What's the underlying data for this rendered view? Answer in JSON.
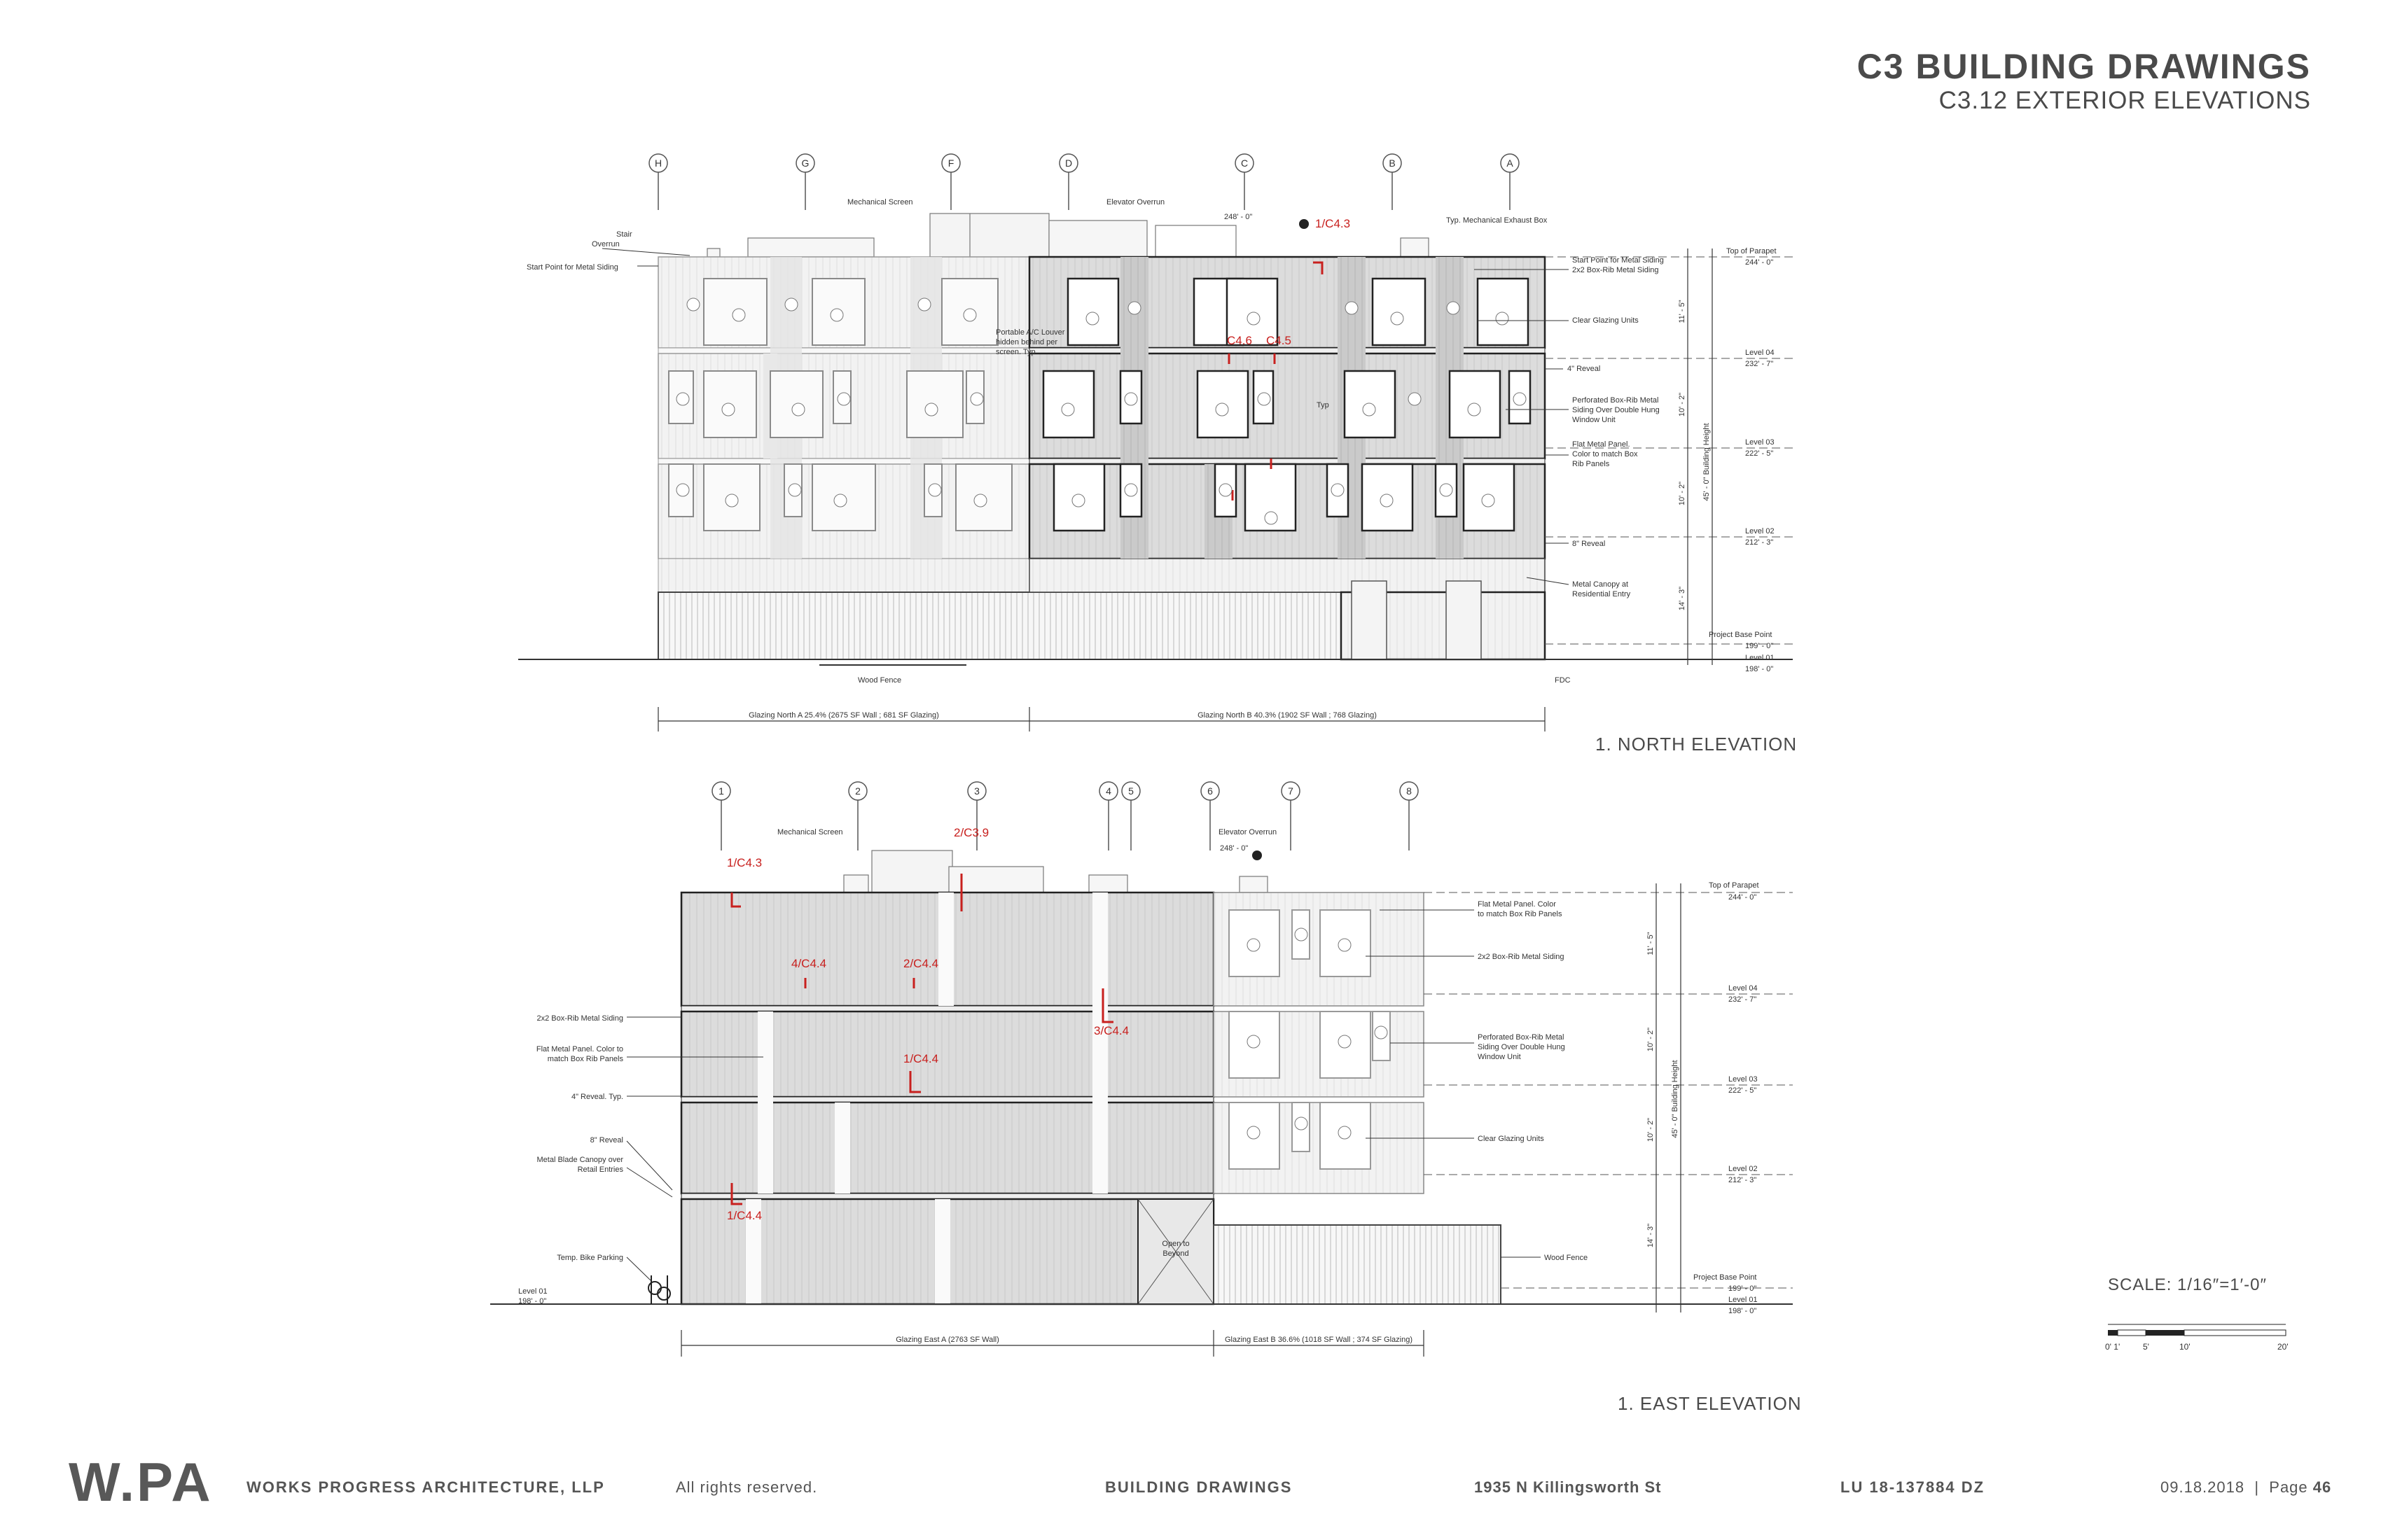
{
  "sheet": {
    "title": "C3 BUILDING DRAWINGS",
    "subtitle": "C3.12 EXTERIOR ELEVATIONS"
  },
  "north": {
    "title": "1. NORTH ELEVATION",
    "grid": [
      "H",
      "G",
      "F",
      "D",
      "C",
      "B",
      "A"
    ],
    "top_labels": {
      "mech_screen": "Mechanical Screen",
      "elevator": "Elevator Overrun",
      "exhaust": "Typ. Mechanical Exhaust Box",
      "stair1": "Stair",
      "stair2": "Overrun",
      "start_siding": "Start Point for Metal Siding",
      "elev248": "248' - 0\"",
      "ref_c43": "1/C4.3"
    },
    "notes": {
      "start1": "Start Point for Metal Siding",
      "start2": "2x2 Box-Rib Metal Siding",
      "clear": "Clear Glazing Units",
      "reveal4": "4\" Reveal",
      "perf1": "Perforated Box-Rib Metal",
      "perf2": "Siding Over Double Hung",
      "perf3": "Window Unit",
      "flat1": "Flat Metal Panel.",
      "flat2": "Color to match Box",
      "flat3": "Rib Panels",
      "reveal8": "8\" Reveal",
      "canopy1": "Metal Canopy at",
      "canopy2": "Residential Entry",
      "louver1": "Portable A/C Louver",
      "louver2": "hidden behind per",
      "louver3": "screen.  Typ",
      "typ": "Typ",
      "c46": "C4.6",
      "c45": "C4.5",
      "fence": "Wood Fence",
      "fdc": "FDC"
    },
    "levels": {
      "parapet": "Top of Parapet",
      "parapet_v": "244' - 0\"",
      "l4": "Level 04",
      "l4_v": "232' - 7\"",
      "l3": "Level 03",
      "l3_v": "222' - 5\"",
      "l2": "Level 02",
      "l2_v": "212' - 3\"",
      "base": "Project Base Point",
      "base_v": "199' - 0\"",
      "l1": "Level 01",
      "l1_v": "198' - 0\""
    },
    "dims": {
      "d1": "11' - 5\"",
      "d2": "10' - 2\"",
      "d3": "10' - 2\"",
      "d4": "14' - 3\"",
      "height": "45' - 0\" Building Height"
    },
    "glazing_a": "Glazing North A 25.4% (2675 SF Wall ; 681 SF Glazing)",
    "glazing_b": "Glazing North B 40.3% (1902 SF Wall ; 768 Glazing)"
  },
  "east": {
    "title": "1. EAST ELEVATION",
    "grid": [
      "1",
      "2",
      "3",
      "4",
      "5",
      "6",
      "7",
      "8"
    ],
    "top_labels": {
      "mech_screen": "Mechanical Screen",
      "elevator": "Elevator Overrun",
      "elev248": "248' - 0\""
    },
    "refs": [
      "2/C3.9",
      "1/C4.3",
      "4/C4.4",
      "2/C4.4",
      "3/C4.4",
      "1/C4.4",
      "1/C4.4"
    ],
    "left_notes": {
      "siding": "2x2 Box-Rib Metal Siding",
      "flat1": "Flat Metal Panel.  Color to",
      "flat2": "match Box Rib Panels",
      "reveal4": "4\" Reveal.  Typ.",
      "reveal8": "8\" Reveal",
      "canopy1": "Metal Blade Canopy over",
      "canopy2": "Retail Entries",
      "bike": "Temp. Bike Parking",
      "l1": "Level 01",
      "l1_v": "198' - 0\""
    },
    "right_notes": {
      "flat1": "Flat Metal Panel.  Color",
      "flat2": "to match Box Rib Panels",
      "siding": "2x2 Box-Rib Metal Siding",
      "perf1": "Perforated Box-Rib Metal",
      "perf2": "Siding Over Double Hung",
      "perf3": "Window Unit",
      "clear": "Clear Glazing Units",
      "fence": "Wood Fence",
      "open1": "Open to",
      "open2": "Beyond"
    },
    "levels": {
      "parapet": "Top of Parapet",
      "parapet_v": "244' - 0\"",
      "l4": "Level 04",
      "l4_v": "232' - 7\"",
      "l3": "Level 03",
      "l3_v": "222' - 5\"",
      "l2": "Level 02",
      "l2_v": "212' - 3\"",
      "base": "Project Base Point",
      "base_v": "199' - 0\"",
      "l1": "Level 01",
      "l1_v": "198' - 0\""
    },
    "dims": {
      "d1": "11' - 5\"",
      "d2": "10' - 2\"",
      "d3": "10' - 2\"",
      "d4": "14' - 3\"",
      "height": "45' - 0\" Building Height"
    },
    "glazing_a": "Glazing East A (2763 SF Wall)",
    "glazing_b": "Glazing East B 36.6% (1018 SF Wall ; 374 SF Glazing)"
  },
  "scale": {
    "label": "SCALE: 1/16″=1′-0″",
    "ticks": [
      "0' 1'",
      "5'",
      "10'",
      "20'"
    ]
  },
  "footer": {
    "logo": "W.PA",
    "firm": "WORKS PROGRESS ARCHITECTURE, LLP",
    "rights": "All rights reserved.",
    "doc": "BUILDING DRAWINGS",
    "address": "1935 N Killingsworth St",
    "case": "LU 18-137884 DZ",
    "date_page": "09.18.2018  |  Page ",
    "page_no": "46"
  },
  "colors": {
    "ref_red": "#c8201e",
    "line": "#333333",
    "wall_light": "#f0f0f0",
    "wall_mid": "#d6d6d6",
    "wall_dark": "#bdbdbd"
  }
}
